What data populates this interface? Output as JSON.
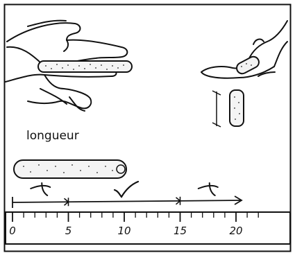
{
  "figure": {
    "caption": "longueur"
  },
  "ruler": {
    "tick_labels": [
      "0",
      "5",
      "10",
      "15",
      "20"
    ],
    "range_start": 0,
    "range_end": 22
  },
  "length_ranges": [
    {
      "from": 0,
      "to": 5,
      "mark": "cross"
    },
    {
      "from": 5,
      "to": 15,
      "mark": "check"
    },
    {
      "from": 15,
      "to": 20,
      "mark": "cross"
    }
  ]
}
